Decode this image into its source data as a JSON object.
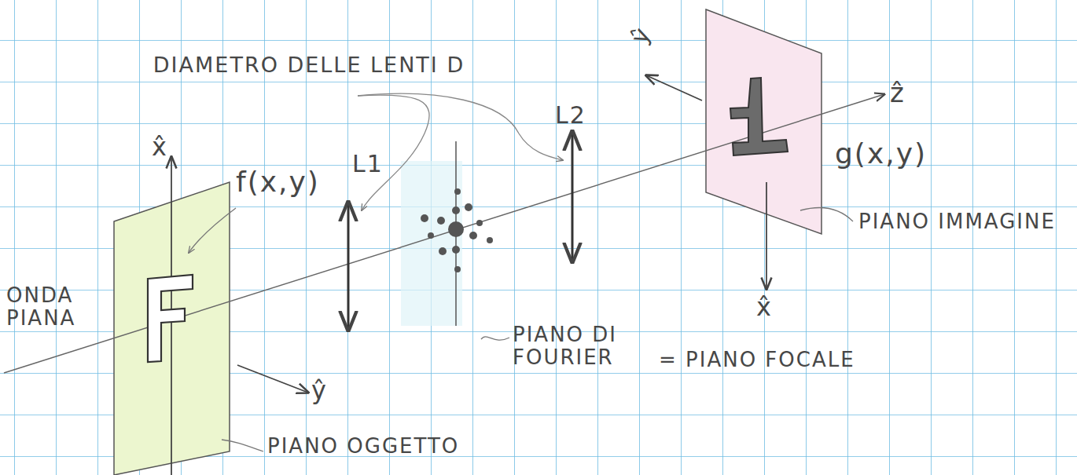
{
  "diagram": {
    "labels": [
      "ŷ",
      "DIAMETRO DELLE LENTI D",
      "L2",
      "ẑ",
      "x̂",
      "L1",
      "f(x,y)",
      "g(x,y)",
      "PIANO IMMAGINE",
      "ONDA PIANA",
      "PIANO DI FOURIER",
      "= PIANO FOCALE",
      "ŷ",
      "x̂",
      "PIANO OGGETTO"
    ]
  }
}
